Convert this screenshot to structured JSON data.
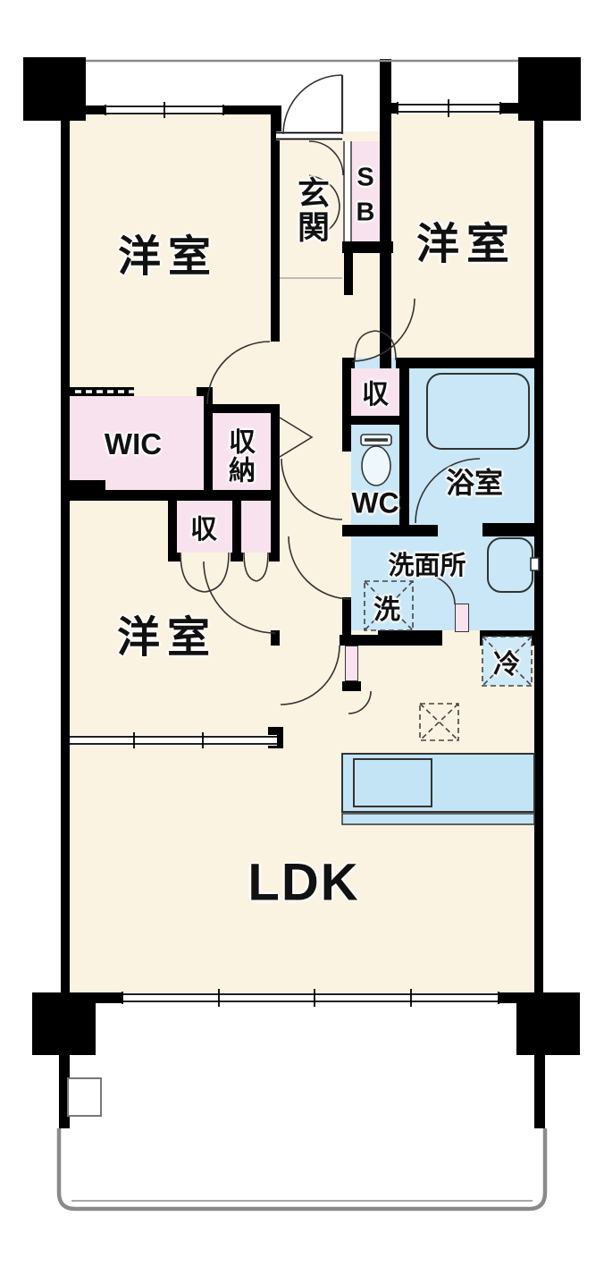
{
  "plan": {
    "title": "apartment-floorplan",
    "labels": {
      "room_top_left": "洋室",
      "room_top_right": "洋室",
      "room_bottom_left": "洋室",
      "ldk": "LDK",
      "entrance": "玄関",
      "shoe_box_line1": "S",
      "shoe_box_line2": "B",
      "wic": "WIC",
      "closet": "収納",
      "closet_small_left": "収",
      "closet_small_service": "収",
      "wc": "WC",
      "bathroom": "浴室",
      "washroom": "洗面所",
      "washing_machine": "洗",
      "refrigerator": "冷"
    },
    "colors": {
      "room_floor": "#fbf3e1",
      "closet_pink": "#f8e2ee",
      "wet_area_blue": "#c9e7f6",
      "counter_blue": "#c3e4f5",
      "wall_black": "#000000",
      "balcony_outline": "#8a8a8a"
    }
  }
}
